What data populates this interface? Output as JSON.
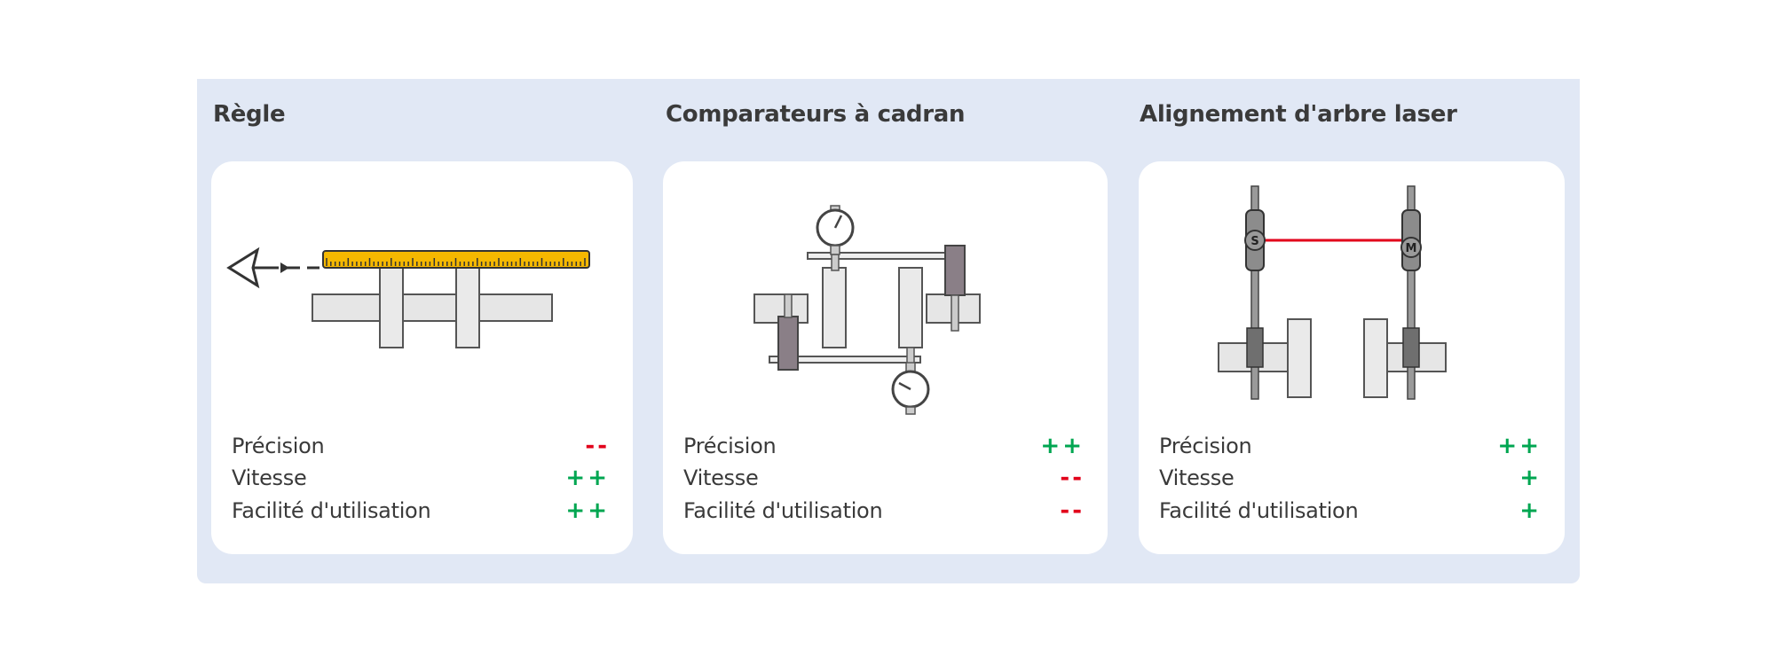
{
  "colors": {
    "panel_bg": "#e1e8f5",
    "card_bg": "#ffffff",
    "positive": "#00a651",
    "negative": "#e2001a",
    "ruler": "#f5b800",
    "laser_beam": "#e2001a"
  },
  "columns": [
    {
      "title": "Règle",
      "illustration": "ruler-alignment-diagram",
      "ratings": [
        {
          "label": "Précision",
          "value": "--",
          "polarity": "negative"
        },
        {
          "label": "Vitesse",
          "value": "++",
          "polarity": "positive"
        },
        {
          "label": "Facilité d'utilisation",
          "value": "++",
          "polarity": "positive"
        }
      ]
    },
    {
      "title": "Comparateurs à cadran",
      "illustration": "dial-indicator-diagram",
      "ratings": [
        {
          "label": "Précision",
          "value": "++",
          "polarity": "positive"
        },
        {
          "label": "Vitesse",
          "value": "--",
          "polarity": "negative"
        },
        {
          "label": "Facilité d'utilisation",
          "value": "--",
          "polarity": "negative"
        }
      ]
    },
    {
      "title": "Alignement d'arbre laser",
      "illustration": "laser-shaft-alignment-diagram",
      "sensor_labels": [
        "S",
        "M"
      ],
      "ratings": [
        {
          "label": "Précision",
          "value": "++",
          "polarity": "positive"
        },
        {
          "label": "Vitesse",
          "value": "+",
          "polarity": "positive"
        },
        {
          "label": "Facilité d'utilisation",
          "value": "+",
          "polarity": "positive"
        }
      ]
    }
  ]
}
